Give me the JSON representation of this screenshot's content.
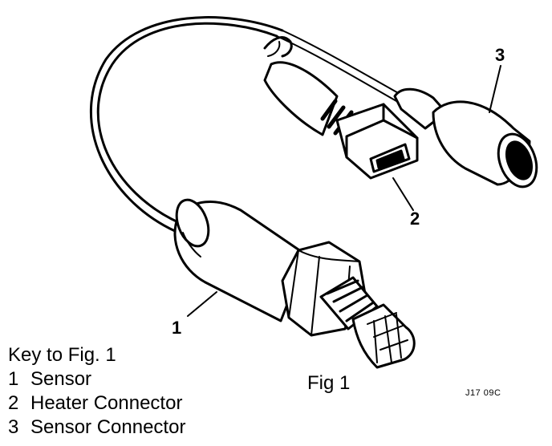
{
  "callouts": {
    "one": "1",
    "two": "2",
    "three": "3"
  },
  "figure_caption": "Fig 1",
  "reference_code": "J17 09C",
  "key": {
    "title": "Key to Fig. 1",
    "items": [
      {
        "number": "1",
        "label": "Sensor"
      },
      {
        "number": "2",
        "label": "Heater Connector"
      },
      {
        "number": "3",
        "label": "Sensor Connector"
      }
    ]
  }
}
